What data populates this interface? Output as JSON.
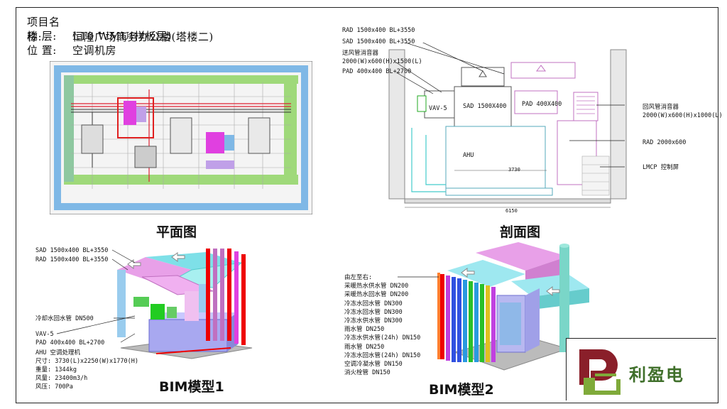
{
  "header": {
    "project_key": "项目名称:",
    "project_val": "恒隆广场商务办公楼(塔楼二)",
    "floor_key": "楼    层:",
    "floor_val": "L10 WMU(样板层)",
    "location_key": "位    置:",
    "location_val": "空调机房"
  },
  "captions": {
    "plan": "平面图",
    "section": "剖面图",
    "bim1": "BIM模型1",
    "bim2": "BIM模型2"
  },
  "section_labels": {
    "rad1": "RAD 1500x400 BL+3550",
    "sad1": "SAD 1500x400 BL+3550",
    "silencer_title": "送风管消音器",
    "silencer_size": "2000(W)x600(H)x1500(L)",
    "pad": "PAD 400x400 BL+2700",
    "vav": "VAV-5",
    "sad_box": "SAD 1500X400",
    "pad_box": "PAD 400X400",
    "ahu": "AHU",
    "return_silencer_title": "回风管消音器",
    "return_silencer_size": "2000(W)x600(H)x1000(L)",
    "rad2": "RAD 2000x600",
    "lmcp": "LMCP 控制屏",
    "dim_3730": "3730",
    "dim_6150": "6150"
  },
  "bim1_labels": {
    "sad": "SAD 1500x400 BL+3550",
    "rad": "RAD 1500x400 BL+3550",
    "cw_return": "冷却水回水管 DN500",
    "vav": "VAV-5",
    "pad": "PAD 400x400 BL+2700",
    "ahu_title": "AHU 空调处理机",
    "size": "尺寸: 3730(L)x2250(W)x1770(H)",
    "weight": "重量: 1344kg",
    "airflow": "风量: 23400m3/h",
    "pressure": "风压: 700Pa"
  },
  "bim2_legend": {
    "title": "由左至右:",
    "items": [
      "采暖热水供水管 DN200",
      "采暖热水回水管 DN200",
      "冷冻水回水管 DN300",
      "冷冻水回水管 DN300",
      "冷冻水供水管 DN300",
      "雨水管 DN250",
      "冷冻水供水管(24h) DN150",
      "雨水管 DN250",
      "冷冻水回水管(24h) DN150",
      "空调冷凝水管 DN150",
      "消火栓管 DN150"
    ]
  },
  "logo": {
    "name": "利盈电",
    "mark": "logo-mark"
  }
}
